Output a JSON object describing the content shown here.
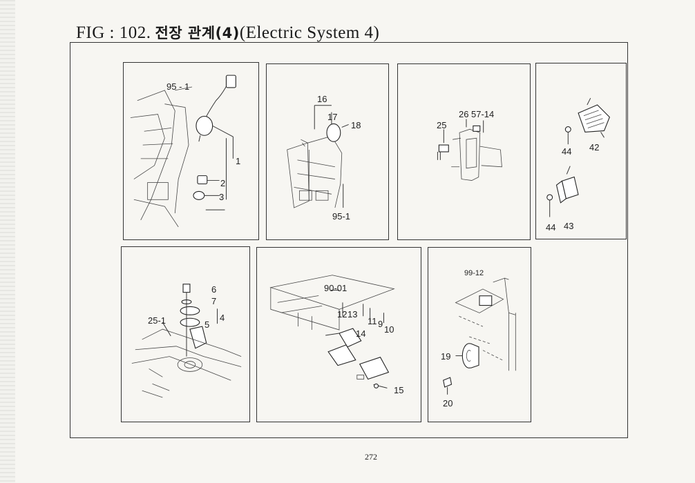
{
  "header": {
    "fig_label": "FIG : 102.",
    "title_korean": "전장 관계(4)",
    "title_english": "(Electric System 4)"
  },
  "panels": [
    {
      "callouts": [
        "95 - 1",
        "1",
        "2",
        "3"
      ]
    },
    {
      "callouts": [
        "16",
        "17",
        "18",
        "95-1"
      ]
    },
    {
      "callouts": [
        "26",
        "57-14",
        "25"
      ]
    },
    {
      "callouts": [
        "44",
        "42",
        "44",
        "43"
      ]
    },
    {
      "callouts": [
        "6",
        "7",
        "25-1",
        "4",
        "5"
      ]
    },
    {
      "callouts": [
        "90-01",
        "12",
        "13",
        "11",
        "9",
        "10",
        "14",
        "15"
      ]
    },
    {
      "callouts": [
        "99-12",
        "19",
        "20"
      ]
    }
  ],
  "footer": {
    "page_number": "272"
  }
}
